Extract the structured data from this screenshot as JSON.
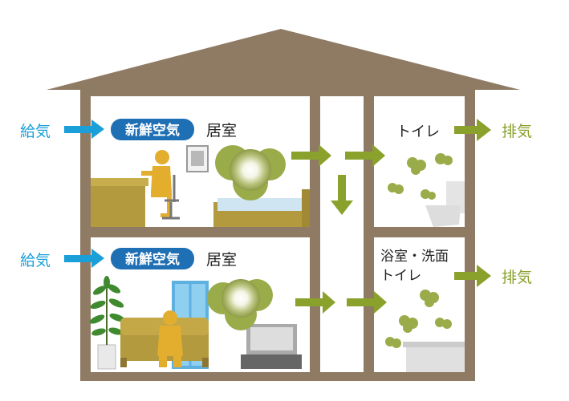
{
  "labels": {
    "supply": "給気",
    "fresh_air": "新鮮空気",
    "living_room": "居室",
    "toilet": "トイレ",
    "exhaust": "排気",
    "bath_line1": "浴室・洗面",
    "bath_line2": "トイレ"
  },
  "colors": {
    "wall": "#8f7b64",
    "interior": "#ffffff",
    "supply_arrow": "#1a9fd8",
    "fresh_badge": "#1e6fb4",
    "flow_arrow": "#8aa12c",
    "odor": "#9aab4a",
    "furniture": "#b39a3e",
    "person": "#e3ad2d"
  }
}
